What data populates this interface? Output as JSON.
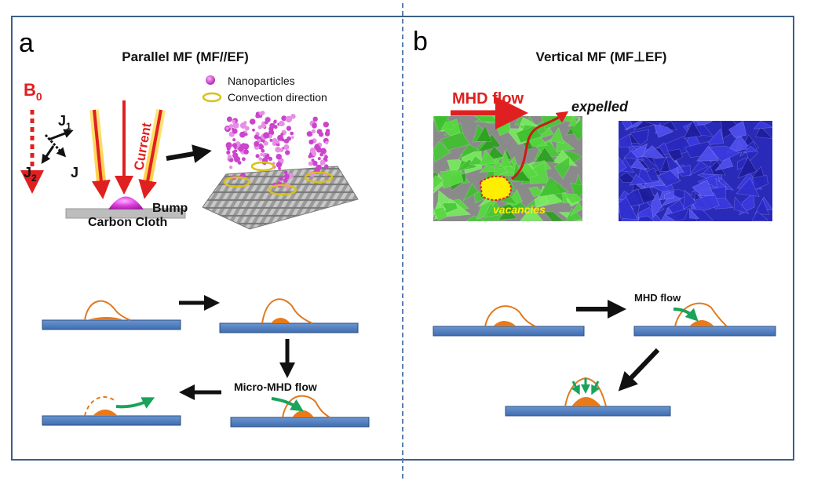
{
  "panel_a": {
    "letter": "a",
    "title": "Parallel MF (MF//EF)",
    "b_label": "B",
    "b_sub": "0",
    "j1_label": "J",
    "j1_sub": "1",
    "j2_label": "J",
    "j2_sub": "2",
    "j_label": "J",
    "current_label": "Current",
    "bump_label": "Bump",
    "substrate_label": "Carbon Cloth",
    "legend_nanoparticles": "Nanoparticles",
    "legend_convection": "Convection direction",
    "micro_mhd_label": "Micro-MHD flow"
  },
  "panel_b": {
    "letter": "b",
    "title": "Vertical MF (MF⊥EF)",
    "mhd_flow_label": "MHD flow",
    "expelled_label": "expelled",
    "vacancies_label": "vacancies",
    "mhd_flow_small_label": "MHD flow"
  },
  "colors": {
    "frame": "#3d5f86",
    "divider": "#5a7fb0",
    "red_arrow": "#e02020",
    "magenta": "#cc44cc",
    "substrate_blue": "#4a7bbd",
    "bump_orange": "#e87a1a",
    "green_arrow": "#1aa35a",
    "green_crystal": "#44cc33",
    "blue_crystal": "#3333cc"
  }
}
